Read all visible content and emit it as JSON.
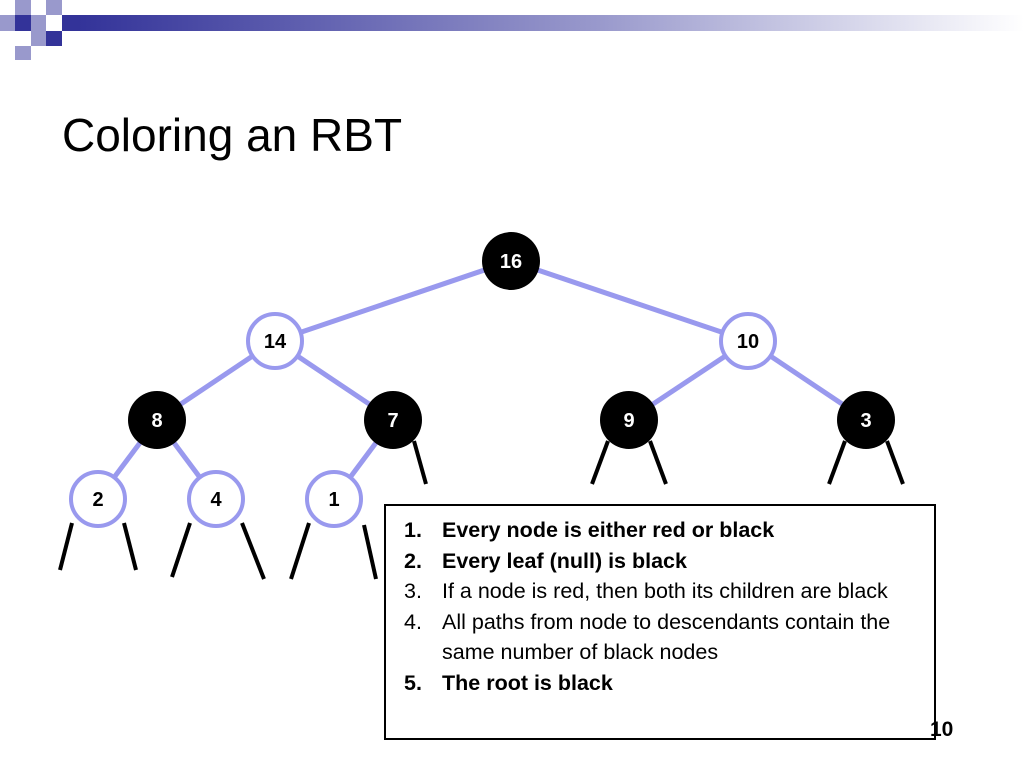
{
  "slide": {
    "title": "Coloring an RBT",
    "page_number": "10"
  },
  "colors": {
    "edge": "#9999ee",
    "black_node": "#000000",
    "white_node_border": "#9999ee",
    "deco_dark": "#333399",
    "deco_light": "#9999cc"
  },
  "tree": {
    "nodes": [
      {
        "id": "n16",
        "label": "16",
        "color": "black"
      },
      {
        "id": "n14",
        "label": "14",
        "color": "white"
      },
      {
        "id": "n10",
        "label": "10",
        "color": "white"
      },
      {
        "id": "n8",
        "label": "8",
        "color": "black"
      },
      {
        "id": "n7",
        "label": "7",
        "color": "black"
      },
      {
        "id": "n9",
        "label": "9",
        "color": "black"
      },
      {
        "id": "n3",
        "label": "3",
        "color": "black"
      },
      {
        "id": "n2",
        "label": "2",
        "color": "white"
      },
      {
        "id": "n4",
        "label": "4",
        "color": "white"
      },
      {
        "id": "n1",
        "label": "1",
        "color": "white"
      }
    ],
    "edges": [
      [
        "n16",
        "n14"
      ],
      [
        "n16",
        "n10"
      ],
      [
        "n14",
        "n8"
      ],
      [
        "n14",
        "n7"
      ],
      [
        "n10",
        "n9"
      ],
      [
        "n10",
        "n3"
      ],
      [
        "n8",
        "n2"
      ],
      [
        "n8",
        "n4"
      ],
      [
        "n7",
        "n1"
      ]
    ]
  },
  "rules": [
    {
      "num": "1.",
      "text": "Every node is either red or black",
      "bold": true
    },
    {
      "num": "2.",
      "text": "Every leaf (null) is black",
      "bold": true
    },
    {
      "num": "3.",
      "text": "If a node is red, then both its children are black",
      "bold": false
    },
    {
      "num": "4.",
      "text": "All paths from node to descendants contain the same number of black nodes",
      "bold": false
    },
    {
      "num": "5.",
      "text": "The root is black",
      "bold": true
    }
  ]
}
